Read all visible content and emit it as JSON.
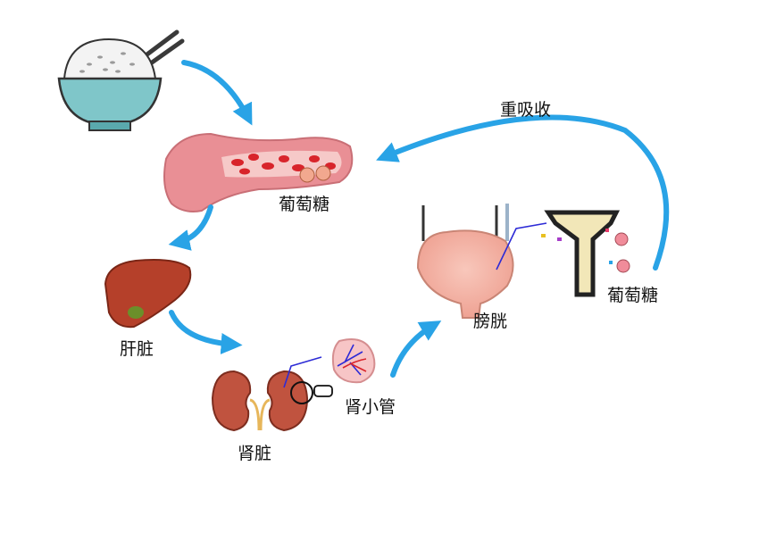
{
  "labels": {
    "blood_glucose": "葡萄糖",
    "liver": "肝脏",
    "kidney": "肾脏",
    "tubule": "肾小管",
    "bladder": "膀胱",
    "urine_glucose": "葡萄糖",
    "reabsorption": "重吸收"
  },
  "colors": {
    "arrow": "#29a3e6",
    "vessel": "#e98f95",
    "blood_cell": "#d8242b",
    "liver": "#b5402a",
    "kidney": "#c0533f",
    "bladder": "#f3b3a6",
    "bowl": "#7fc6c9",
    "pointer": "#2d2bd6"
  },
  "icons": [
    "rice-bowl-icon",
    "chopsticks-icon",
    "magnifier-icon",
    "glucose-molecule-icon"
  ]
}
